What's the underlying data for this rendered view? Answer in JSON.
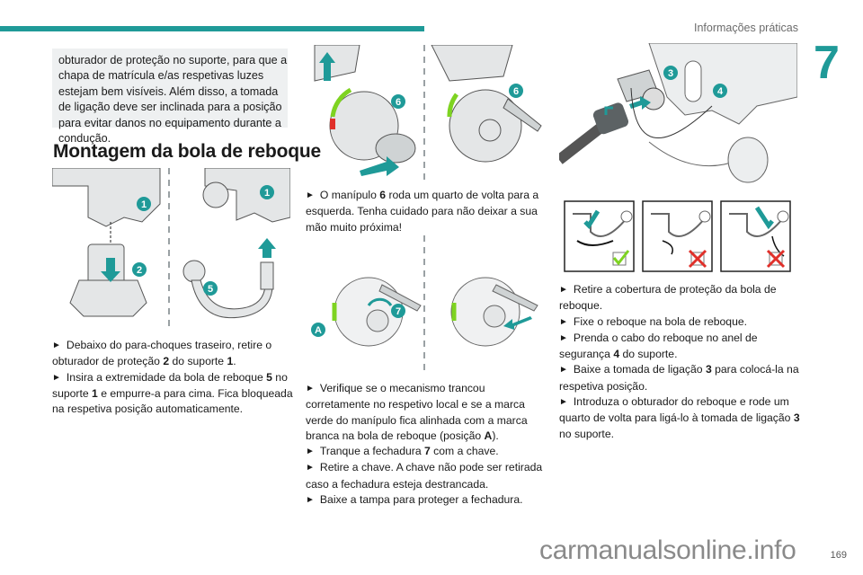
{
  "header": {
    "running_head": "Informações práticas",
    "chapter_number": "7",
    "accent_color": "#1f9a98"
  },
  "note_box": {
    "text": "obturador de proteção no suporte, para que a chapa de matrícula e/as respetivas luzes estejam bem visíveis. Além disso, a tomada de ligação deve ser inclinada para a posição para evitar danos no equipamento durante a condução."
  },
  "section": {
    "title": "Montagem da bola de reboque"
  },
  "figures": {
    "fig1": {
      "callouts": [
        "1",
        "2",
        "1",
        "5"
      ]
    },
    "fig2": {
      "callouts": [
        "6",
        "6"
      ]
    },
    "fig3": {
      "callouts": [
        "A",
        "7"
      ]
    },
    "fig4": {
      "callouts": [
        "3",
        "4"
      ]
    },
    "fig5": {
      "panels": [
        {
          "status": "correct",
          "icon": "check-icon"
        },
        {
          "status": "wrong",
          "icon": "cross-icon"
        },
        {
          "status": "wrong",
          "icon": "cross-icon"
        }
      ]
    }
  },
  "bullet_symbol": "►",
  "col1": {
    "steps": [
      {
        "pre": "Debaixo do para-choques traseiro, retire o obturador de proteção ",
        "b1": "2",
        "mid": " do suporte ",
        "b2": "1",
        "post": "."
      },
      {
        "pre": "Insira a extremidade da bola de reboque ",
        "b1": "5",
        "mid": " no suporte ",
        "b2": "1",
        "post": " e empurre-a para cima. Fica bloqueada na respetiva posição automaticamente."
      }
    ]
  },
  "col2a": {
    "steps": [
      {
        "pre": "O manípulo ",
        "b1": "6",
        "post": " roda um quarto de volta para a esquerda. Tenha cuidado para não deixar a sua mão muito próxima!"
      }
    ]
  },
  "col2b": {
    "steps": [
      {
        "pre": "Verifique se o mecanismo trancou corretamente no respetivo local e se a marca verde do manípulo fica alinhada com a marca branca na bola de reboque (posição ",
        "b1": "A",
        "post": ")."
      },
      {
        "pre": "Tranque a fechadura ",
        "b1": "7",
        "post": " com a chave."
      },
      {
        "text": "Retire a chave. A chave não pode ser retirada caso a fechadura esteja destrancada."
      },
      {
        "text": "Baixe a tampa para proteger a fechadura."
      }
    ]
  },
  "col3": {
    "steps": [
      {
        "text": "Retire a cobertura de proteção da bola de reboque."
      },
      {
        "text": "Fixe o reboque na bola de reboque."
      },
      {
        "pre": "Prenda o cabo do reboque no anel de segurança ",
        "b1": "4",
        "post": " do suporte."
      },
      {
        "pre": "Baixe a tomada de ligação ",
        "b1": "3",
        "post": " para colocá-la na respetiva posição."
      },
      {
        "pre": "Introduza o obturador do reboque e rode um quarto de volta para ligá-lo à tomada de ligação ",
        "b1": "3",
        "post": " no suporte."
      }
    ]
  },
  "footer": {
    "page_number": "169",
    "watermark": "carmanualsonline.info"
  }
}
